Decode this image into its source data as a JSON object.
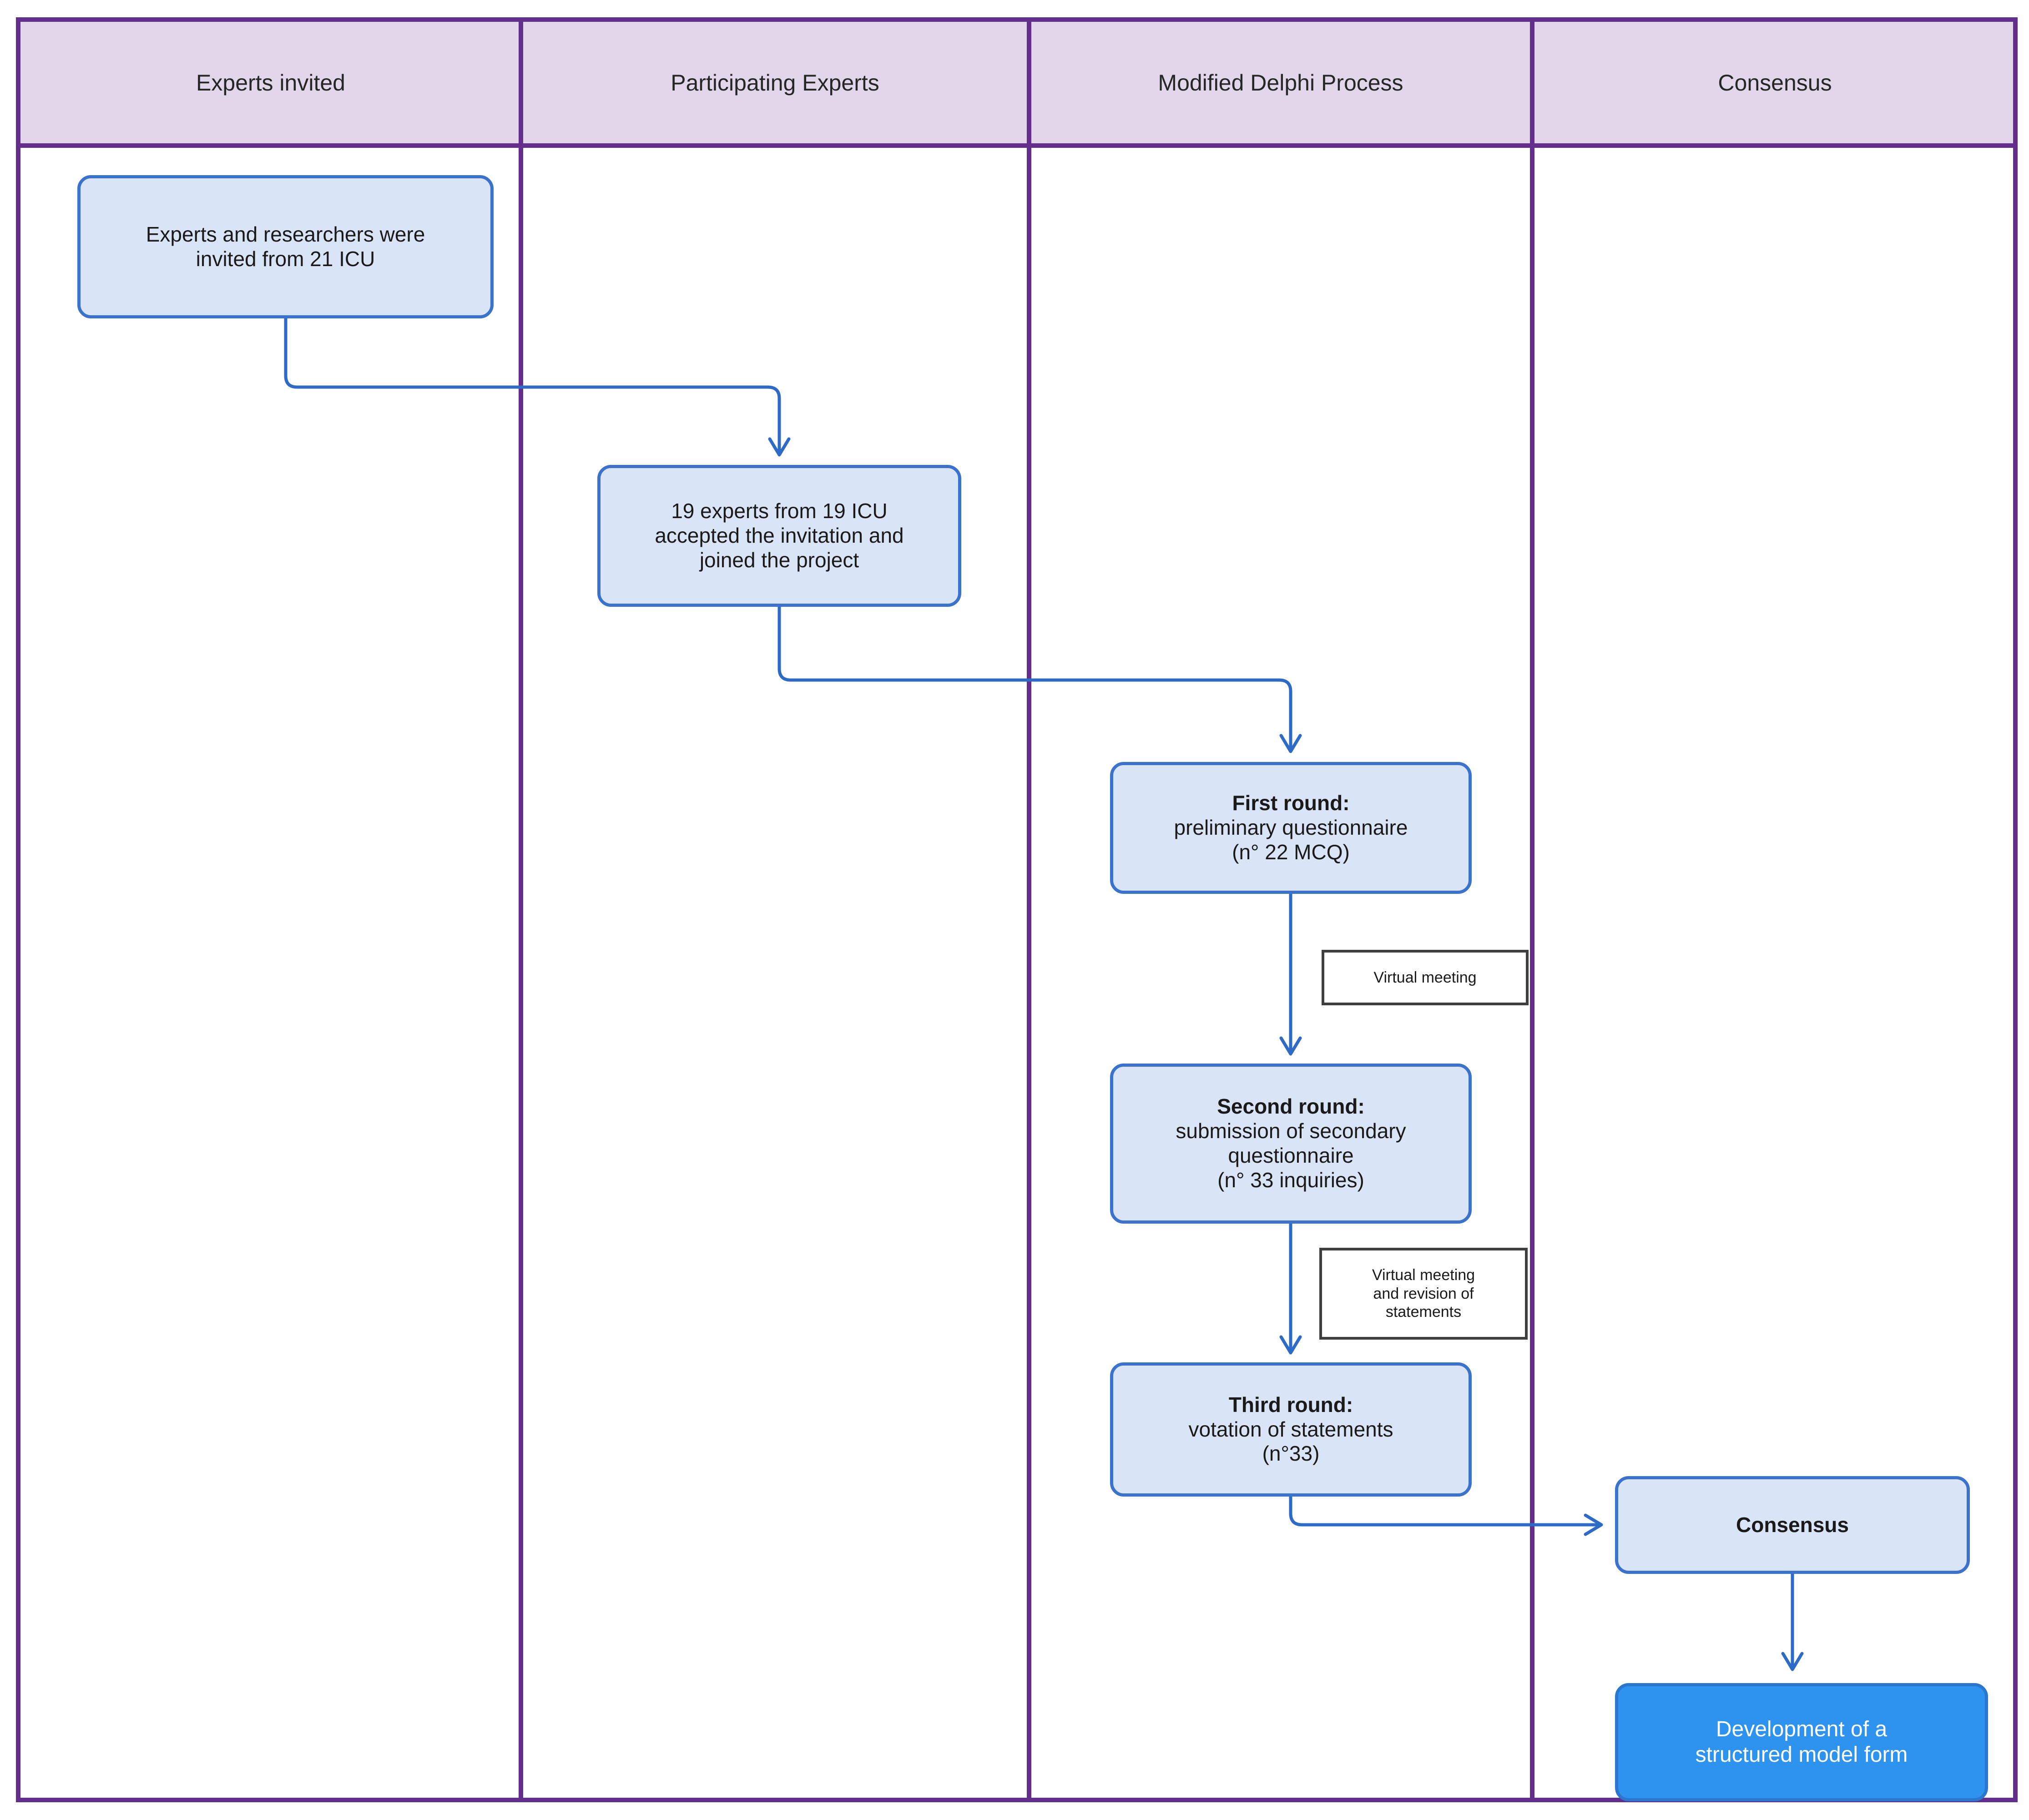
{
  "diagram": {
    "lanes": [
      {
        "label": "Experts invited"
      },
      {
        "label": "Participating Experts"
      },
      {
        "label": "Modified Delphi Process"
      },
      {
        "label": "Consensus"
      }
    ],
    "nodes": {
      "invited": {
        "text": "Experts and researchers were\ninvited from 21 ICU"
      },
      "accepted": {
        "text": "19 experts from 19 ICU\naccepted the invitation and\njoined the project"
      },
      "first_round": {
        "title": "First round:",
        "text": "preliminary questionnaire\n(n° 22 MCQ)"
      },
      "second_round": {
        "title": "Second round:",
        "text": "submission of secondary\nquestionnaire\n(n° 33 inquiries)"
      },
      "third_round": {
        "title": "Third round:",
        "text": "votation of statements\n(n°33)"
      },
      "consensus": {
        "title": "Consensus"
      },
      "development": {
        "text": "Development of a\nstructured model form"
      }
    },
    "edge_labels": {
      "virtual_meeting": "Virtual meeting",
      "virtual_meeting_revision": "Virtual meeting\nand revision of\nstatements"
    }
  },
  "colors": {
    "lane-border": "#632e8c",
    "lane-header-fill": "#e2d6ea",
    "node-fill": "#d9e4f6",
    "node-stroke": "#3a72cc",
    "arrow-color": "#2e6bc6",
    "label-stroke": "#3f3f3f",
    "label-fill": "#ffffff",
    "highlight-fill": "#2e93ee",
    "highlight-stroke": "#2b77cd",
    "text-color": "#1a1a1a",
    "highlight-text": "#ffffff"
  }
}
